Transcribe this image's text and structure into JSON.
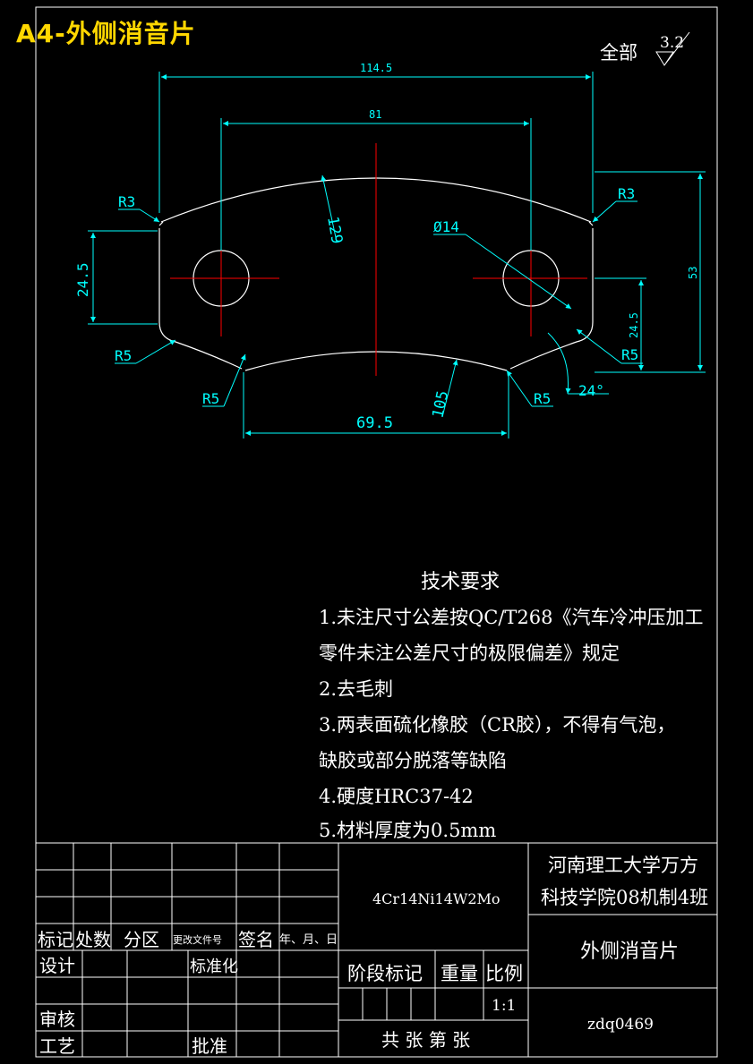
{
  "sheet_title": "A4-外侧消音片",
  "roughness": {
    "label": "全部",
    "value": "3.2"
  },
  "dimensions": {
    "overall_width": "114.5",
    "hole_spacing": "81",
    "bottom_width": "69.5",
    "left_height": "24.5",
    "right_height": "24.5",
    "total_height": "53",
    "top_arc_radius": "129",
    "bottom_arc_radius": "105",
    "hole_diameter": "Ø14",
    "corner_top_left": "R3",
    "corner_top_right": "R3",
    "corner_bottom_left": "R5",
    "corner_bottom_inner_left": "R5",
    "corner_bottom_inner_right": "R5",
    "corner_bottom_right": "R5",
    "angle": "24°"
  },
  "tech_requirements": {
    "title": "技术要求",
    "lines": [
      "1.未注尺寸公差按QC/T268《汽车冷冲压加工",
      "零件未注公差尺寸的极限偏差》规定",
      "2.去毛刺",
      "3.两表面硫化橡胶（CR胶），不得有气泡，",
      "缺胶或部分脱落等缺陷",
      "4.硬度HRC37-42",
      "5.材料厚度为0.5mm"
    ]
  },
  "title_block": {
    "material": "4Cr14Ni14W2Mo",
    "school_line1": "河南理工大学万方",
    "school_line2": "科技学院08机制4班",
    "part_name": "外侧消音片",
    "drawing_no": "zdq0469",
    "header_mark": "标记",
    "header_count": "处数",
    "header_zone": "分区",
    "header_doc": "更改文件号",
    "header_sign": "签名",
    "header_date": "年、月、日",
    "design": "设计",
    "standardize": "标准化",
    "review": "审核",
    "process": "工艺",
    "approve": "批准",
    "stage_mark": "阶段标记",
    "weight": "重量",
    "scale_label": "比例",
    "scale_value": "1:1",
    "sheets": "共 张 第 张"
  },
  "colors": {
    "part_outline": "#ffffff",
    "centerline": "#ff0000",
    "dimension": "#00ffff",
    "text": "#ffffff",
    "title": "#ffd700"
  }
}
